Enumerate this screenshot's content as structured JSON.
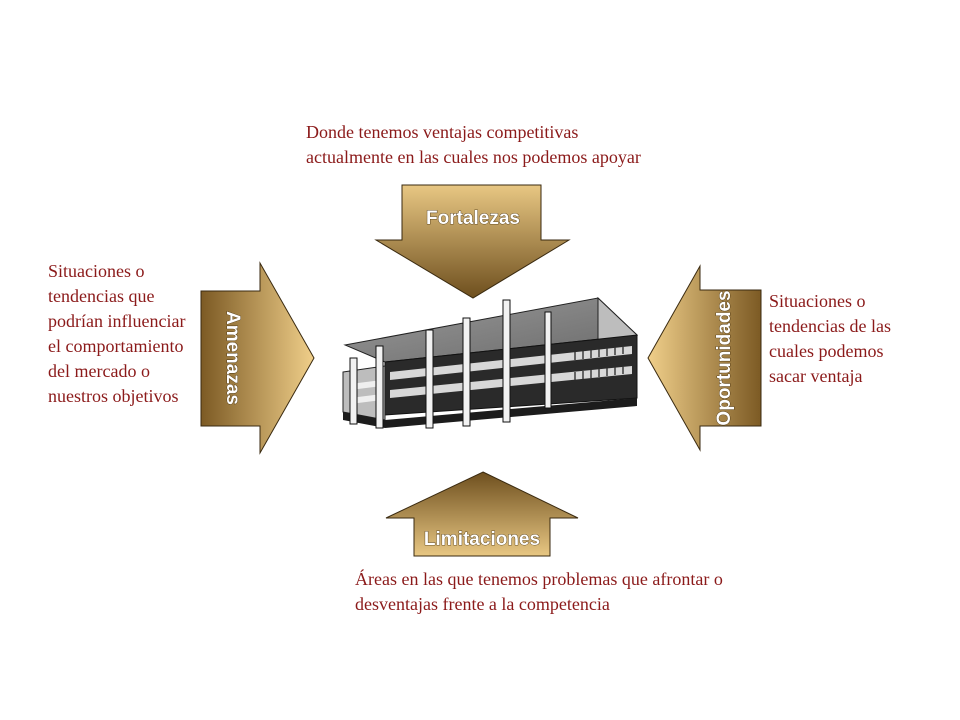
{
  "diagram": {
    "type": "swot-style arrow diagram",
    "center": {
      "icon": "office-building-icon"
    },
    "arrows": {
      "top": {
        "label": "Fortalezas",
        "direction": "down",
        "description": "Donde tenemos ventajas competitivas actualmente en las cuales nos podemos apoyar"
      },
      "left": {
        "label": "Amenazas",
        "direction": "right",
        "description": "Situaciones o tendencias que podrían influenciar el comportamiento del mercado o nuestros objetivos"
      },
      "right": {
        "label": "Oportunidades",
        "direction": "left",
        "description": "Situaciones o tendencias de las cuales podemos sacar ventaja"
      },
      "bottom": {
        "label": "Limitaciones",
        "direction": "up",
        "description": "Áreas en las que tenemos problemas que afrontar o desventajas frente a la competencia"
      }
    },
    "colors": {
      "arrow_light": "#e8c783",
      "arrow_dark": "#7c5a24",
      "text": "#8b1a1a"
    }
  }
}
